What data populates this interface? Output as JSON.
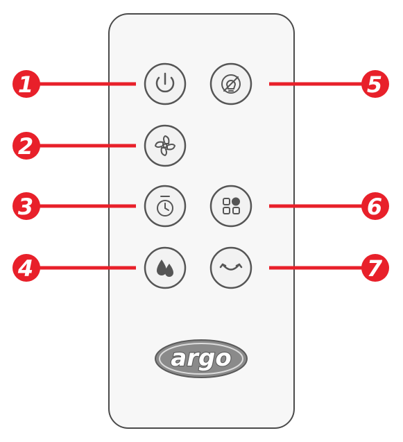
{
  "colors": {
    "callout_red": "#e8202a",
    "remote_body": "#f7f7f7",
    "remote_outline": "#4a4a4a",
    "button_face": "#f2f2f2",
    "icon_stroke": "#555555"
  },
  "callouts": [
    {
      "number": "1",
      "button_icon": "power-icon"
    },
    {
      "number": "2",
      "button_icon": "fan-icon"
    },
    {
      "number": "3",
      "button_icon": "timer-icon"
    },
    {
      "number": "4",
      "button_icon": "dehumidify-icon"
    },
    {
      "number": "5",
      "button_icon": "sleep-mode-icon"
    },
    {
      "number": "6",
      "button_icon": "mode-icon"
    },
    {
      "number": "7",
      "button_icon": "swing-icon"
    }
  ],
  "logo": {
    "text": "argo"
  }
}
